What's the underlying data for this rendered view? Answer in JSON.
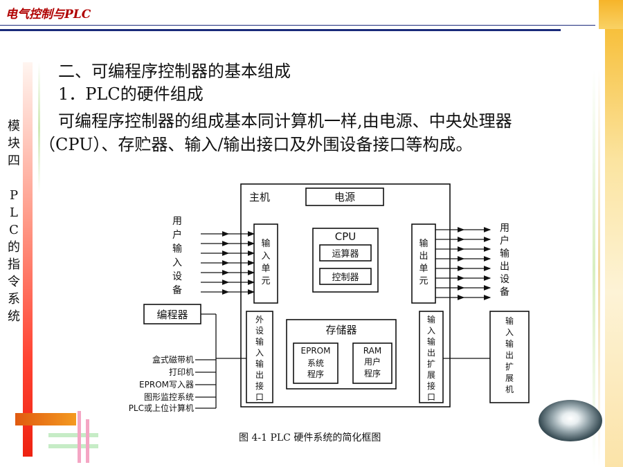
{
  "header": {
    "title": "电气控制与PLC"
  },
  "side_label": "模\n块\n四\n\nP\nL\nC\n的\n指\n令\n系\n统",
  "content": {
    "heading": "二、可编程序控制器的基本组成",
    "subheading": "1．PLC的硬件组成",
    "paragraph": "可编程序控制器的组成基本同计算机一样,由电源、中央处理器（CPU）、存贮器、输入/输出接口及外围设备接口等构成。"
  },
  "diagram": {
    "host": "主机",
    "power": "电源",
    "cpu": "CPU",
    "alu": "运算器",
    "controller": "控制器",
    "input_unit": [
      "输",
      "入",
      "单",
      "元"
    ],
    "output_unit": [
      "输",
      "出",
      "单",
      "元"
    ],
    "user_input": [
      "用",
      "户",
      "输",
      "入",
      "设",
      "备"
    ],
    "user_output": [
      "用",
      "户",
      "输",
      "出",
      "设",
      "备"
    ],
    "programmer": "编程器",
    "peripheral_if": [
      "外",
      "设",
      "输",
      "入",
      "输",
      "出",
      "接",
      "口"
    ],
    "memory": "存储器",
    "eprom": "EPROM",
    "system_program": [
      "系统",
      "程序"
    ],
    "ram": "RAM",
    "user_program": [
      "用户",
      "程序"
    ],
    "io_expansion_if": [
      "输",
      "入",
      "输",
      "出",
      "扩",
      "展",
      "接",
      "口"
    ],
    "expansion_unit": [
      "输",
      "入",
      "输",
      "出",
      "扩",
      "展",
      "机"
    ],
    "peripherals": [
      "盒式磁带机",
      "打印机",
      "EPROM写入器",
      "图形监控系统",
      "PLC或上位计算机"
    ]
  },
  "caption": "图 4-1   PLC 硬件系统的简化框图"
}
